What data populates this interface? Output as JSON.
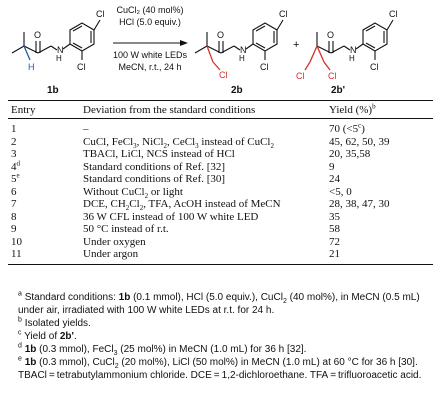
{
  "scheme": {
    "reagent_line1": "CuCl₂ (40 mol%)",
    "reagent_line2": "HCl (5.0 equiv.)",
    "condition_line1": "100 W white LEDs",
    "condition_line2": "MeCN, r.t., 24 h",
    "plus": "+",
    "substrate_label": "1b",
    "product_label": "2b",
    "byproduct_label": "2b'",
    "atoms": {
      "cl": "Cl",
      "o": "O",
      "n": "N",
      "h": "H"
    },
    "colors": {
      "red": "#d2332c",
      "blue": "#2557a7",
      "ink": "#111111"
    }
  },
  "table": {
    "headers": {
      "entry": "Entry",
      "deviation": "Deviation from the standard conditions",
      "yield": "Yield (%)"
    },
    "header_note": "b",
    "rows": [
      {
        "entry": "1",
        "deviation": "–",
        "yield": "70 (<5c)"
      },
      {
        "entry": "2",
        "deviation": "CuCl, FeCl3, NiCl2, CeCl3 instead of CuCl2",
        "yield": "45, 62, 50, 39"
      },
      {
        "entry": "3",
        "deviation": "TBACl, LiCl, NCS instead of HCl",
        "yield": "20, 35,58"
      },
      {
        "entry": "4d",
        "deviation": "Standard conditions of Ref. [32]",
        "yield": "9"
      },
      {
        "entry": "5e",
        "deviation": "Standard conditions of Ref. [30]",
        "yield": "24"
      },
      {
        "entry": "6",
        "deviation": "Without CuCl2 or light",
        "yield": "<5, 0"
      },
      {
        "entry": "7",
        "deviation": "DCE, CH2Cl2, TFA, AcOH instead of MeCN",
        "yield": "28, 38, 47, 30"
      },
      {
        "entry": "8",
        "deviation": "36 W CFL instead of 100 W white LED",
        "yield": "35"
      },
      {
        "entry": "9",
        "deviation": "50 °C instead of r.t.",
        "yield": "58"
      },
      {
        "entry": "10",
        "deviation": "Under oxygen",
        "yield": "72"
      },
      {
        "entry": "11",
        "deviation": "Under argon",
        "yield": "21"
      }
    ]
  },
  "footnotes": {
    "a": {
      "mark": "a",
      "text_1": "Standard conditions: ",
      "b1": "1b",
      "text_2": " (0.1 mmol), HCl (5.0 equiv.), CuCl",
      "sub2": "2",
      "text_3": " (40 mol%), in MeCN (0.5 mL) under air, irradiated with 100 W white LEDs at r.t. for 24 h."
    },
    "b": {
      "mark": "b",
      "text": "Isolated yields."
    },
    "c": {
      "mark": "c",
      "text": "Yield of ",
      "bold": "2b'",
      "end": "."
    },
    "d": {
      "mark": "d",
      "b1": "1b",
      "text_1": " (0.3 mmol), FeCl",
      "sub3": "3",
      "text_2": " (25 mol%) in MeCN (1.0 mL) for 36 h [32]."
    },
    "e": {
      "mark": "e",
      "b1": "1b",
      "text_1": " (0.3 mmol), CuCl",
      "sub2": "2",
      "text_2": " (20 mol%), LiCl (50 mol%) in MeCN (1.0 mL) at 60 °C for 36 h [30]. TBACl = tetrabutylammonium chloride. DCE = 1,2-dichloroethane. TFA = trifluoroacetic acid."
    }
  }
}
